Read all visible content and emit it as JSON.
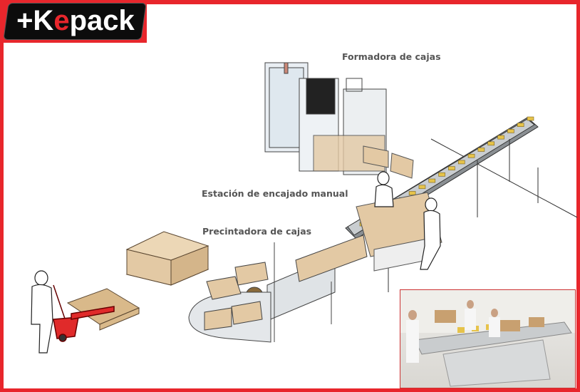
{
  "logo": {
    "prefix": "+K",
    "highlight": "e",
    "suffix": "pack",
    "full": "+Kepack"
  },
  "labels": {
    "box_former": "Formadora de cajas",
    "manual_station": "Estación de encajado manual",
    "case_sealer": "Precintadora de cajas"
  },
  "colors": {
    "brand_red": "#e8262c",
    "cardboard": "#e3c9a4"
  }
}
